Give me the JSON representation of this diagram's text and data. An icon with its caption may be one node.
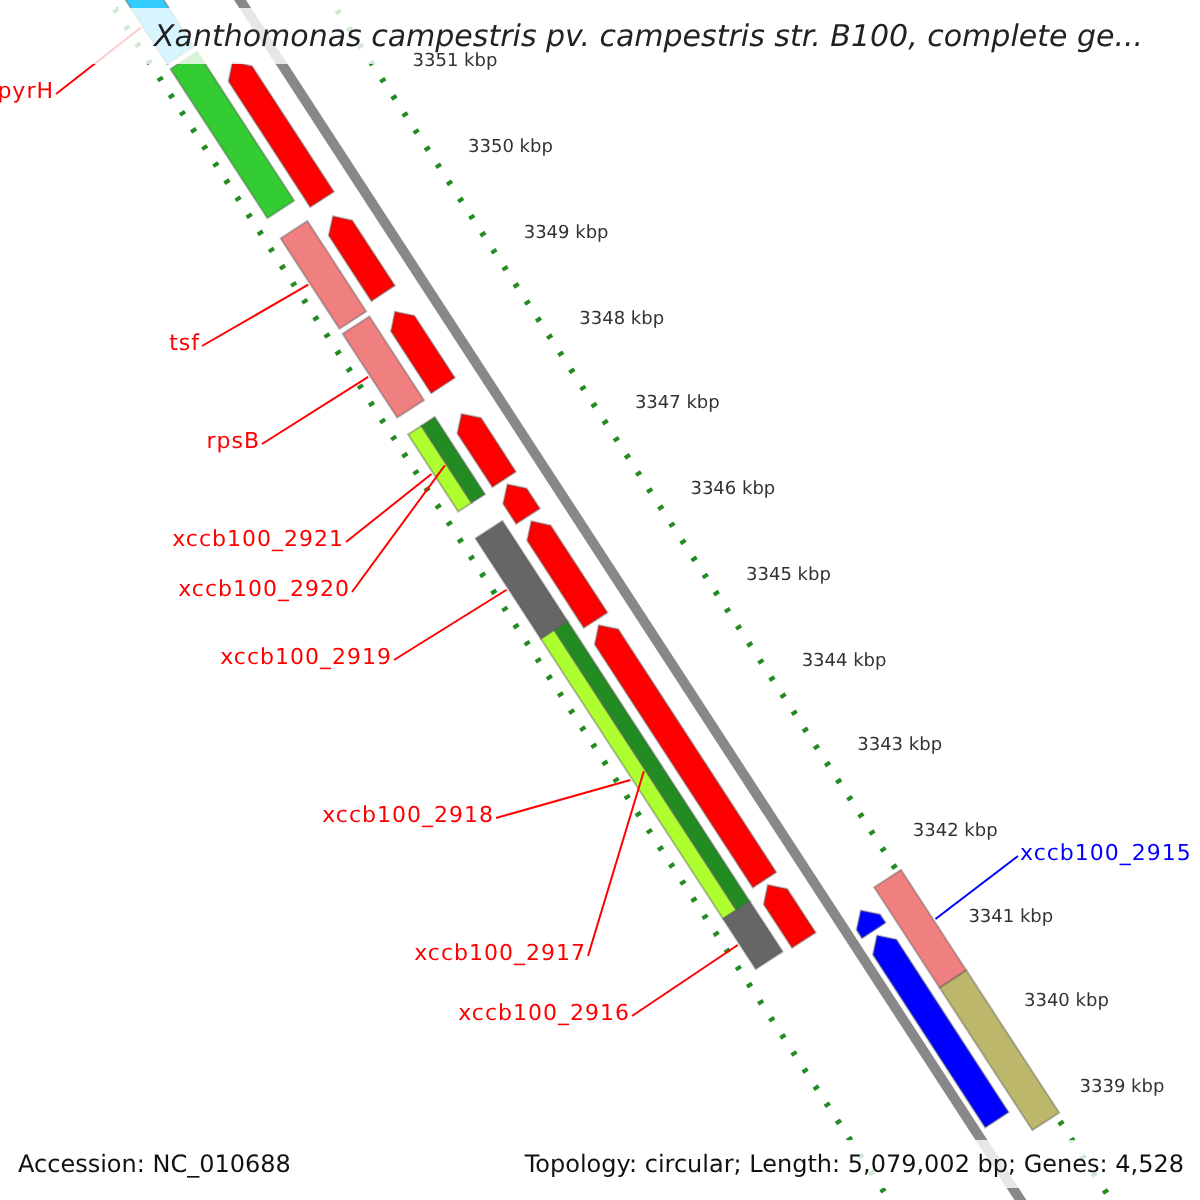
{
  "diagram": {
    "title": "Xanthomonas campestris pv. campestris str. B100, complete ge...",
    "nodes": [
      {
        "text": [
          "pyrH"
        ]
      },
      {
        "text": [],
        "shape": "bar"
      },
      {
        "text": [
          "tsf"
        ]
      },
      {
        "text": [],
        "shape": "bar"
      },
      {
        "text": [
          "rpsB"
        ]
      },
      {
        "text": [],
        "shape": "bar"
      },
      {
        "text": [
          "xccb100_2921"
        ]
      },
      {
        "text": [],
        "shape": "bar"
      },
      {
        "text": [
          "xccb100_2920"
        ]
      },
      {
        "text": [],
        "shape": "bar"
      },
      {
        "text": [
          "xccb100_2919"
        ]
      },
      {
        "text": [],
        "shape": "bar"
      },
      {
        "text": [
          "xccb100_2918"
        ]
      },
      {
        "text": [],
        "shape": "bar"
      },
      {
        "text": [
          "xccb100_2917"
        ]
      },
      {
        "text": [],
        "shape": "bar"
      },
      {
        "text": [
          "xccb100_2916"
        ]
      },
      {
        "text": [],
        "shape": "bar"
      },
      {
        "text": [
          "xccb100_2915"
        ]
      },
      {
        "text": [],
        "shape": "bar"
      },
      {
        "text": [],
        "shape": "bar"
      },
      {
        "text": [],
        "shape": "bar"
      },
      {
        "text": [],
        "shape": "bar"
      },
      {
        "text": [],
        "shape": "bar"
      },
      {
        "text": [],
        "shape": "bar"
      },
      {
        "text": [],
        "shape": "bar"
      },
      {
        "text": [],
        "shape": "bar"
      },
      {
        "text": [],
        "shape": "bar"
      },
      {
        "text": [],
        "shape": "bar"
      },
      {
        "text": [],
        "shape": "bar"
      },
      {
        "text": [],
        "shape": "bar"
      },
      {
        "text": [],
        "shape": "bar"
      }
    ],
    "edges": [
      {
        "from": 0,
        "to": 1,
        "arrow": "none"
      },
      {
        "from": 2,
        "to": 3,
        "arrow": "none"
      },
      {
        "from": 4,
        "to": 5,
        "arrow": "none"
      },
      {
        "from": 6,
        "to": 7,
        "arrow": "none"
      },
      {
        "from": 8,
        "to": 9,
        "arrow": "none"
      },
      {
        "from": 10,
        "to": 11,
        "arrow": "none"
      },
      {
        "from": 12,
        "to": 13,
        "arrow": "none"
      },
      {
        "from": 14,
        "to": 15,
        "arrow": "none"
      },
      {
        "from": 16,
        "to": 17,
        "arrow": "none"
      },
      {
        "from": 18,
        "to": 19,
        "arrow": "none",
        "color": "#0000ff"
      }
    ],
    "labels": [
      "3351 kbp",
      "3350 kbp",
      "3349 kbp",
      "3348 kbp",
      "3347 kbp",
      "3346 kbp",
      "3345 kbp",
      "3344 kbp",
      "3343 kbp",
      "3342 kbp",
      "3341 kbp",
      "3340 kbp",
      "3339 kbp",
      "Accession: NC_010688",
      "Topology: circular; Length: 5,079,002 bp; Genes: 4,528"
    ]
  }
}
